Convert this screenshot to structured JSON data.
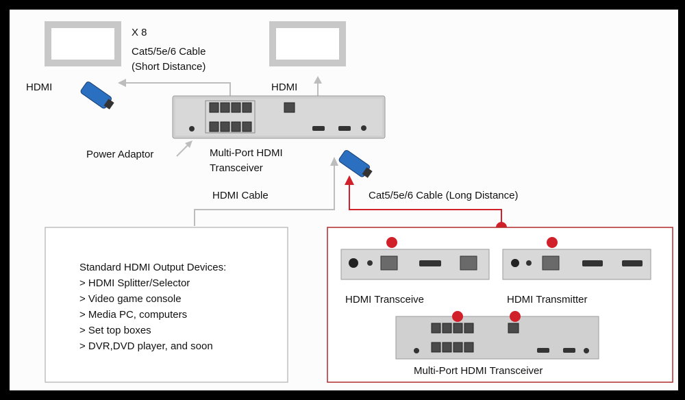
{
  "top": {
    "multiplier": "X 8",
    "short_cable": "Cat5/5e/6 Cable",
    "short_cable_note": "(Short Distance)",
    "hdmi_left": "HDMI",
    "hdmi_center": "HDMI"
  },
  "middle": {
    "power_adaptor": "Power Adaptor",
    "main_device_line1": "Multi-Port HDMI",
    "main_device_line2": "Transceiver",
    "hdmi_cable": "HDMI Cable",
    "long_cable": "Cat5/5e/6 Cable (Long Distance)"
  },
  "sources": {
    "title": "Standard HDMI Output Devices:",
    "items": [
      "> HDMI Splitter/Selector",
      "> Video game console",
      "> Media PC, computers",
      "> Set top boxes",
      "> DVR,DVD player, and soon"
    ]
  },
  "options": {
    "transceive": "HDMI Transceive",
    "transmitter": "HDMI Transmitter",
    "multiport": "Multi-Port HDMI Transceiver"
  },
  "colors": {
    "accent_red": "#d0212b",
    "line_gray": "#b9b9b9",
    "device_blue": "#2a6fc0"
  }
}
